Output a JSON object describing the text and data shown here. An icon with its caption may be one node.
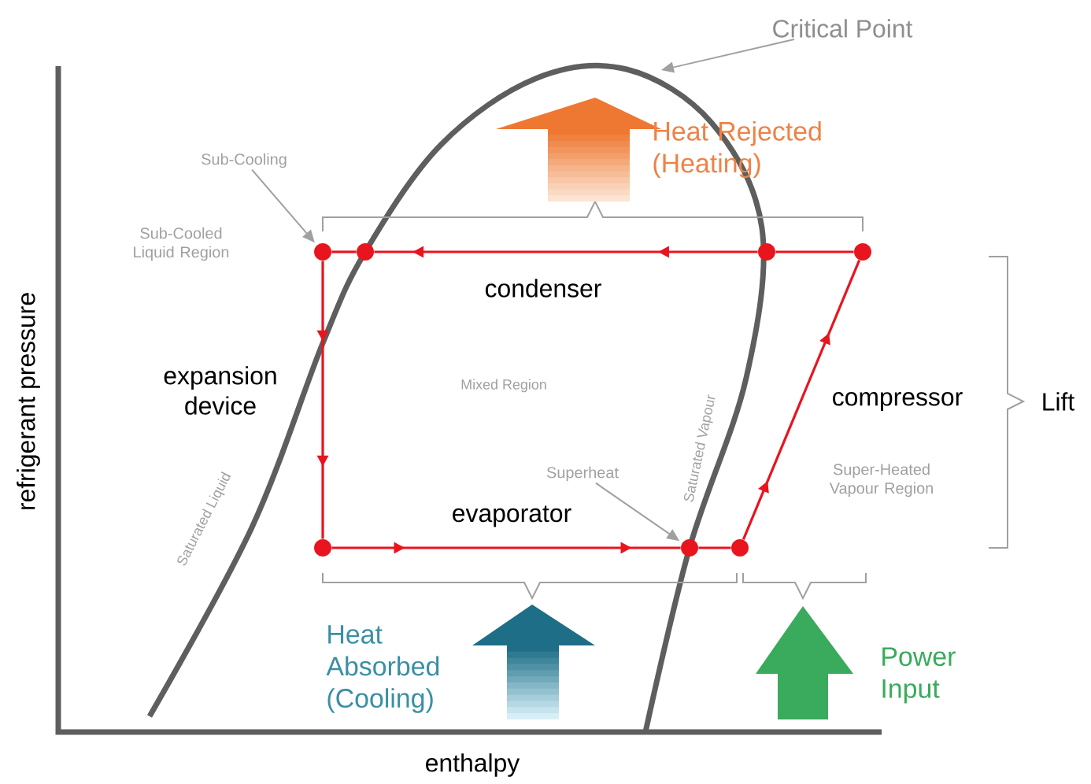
{
  "diagram": {
    "nodes": [
      {
        "text": [],
        "shape": "circle"
      },
      {
        "text": [],
        "shape": "circle"
      },
      {
        "text": [],
        "shape": "circle"
      },
      {
        "text": [],
        "shape": "circle"
      },
      {
        "text": [],
        "shape": "circle"
      },
      {
        "text": [],
        "shape": "circle"
      },
      {
        "text": [],
        "shape": "circle"
      },
      {
        "text": [
          "Critical Point"
        ]
      },
      {
        "text": [
          "Sub-Cooling"
        ]
      },
      {
        "text": [
          "Superheat"
        ]
      }
    ],
    "edges": [
      {
        "from": 3,
        "to": 2,
        "arrow": "none"
      },
      {
        "from": 2,
        "to": 1,
        "arrow": "to"
      },
      {
        "from": 1,
        "to": 0,
        "arrow": "none"
      },
      {
        "from": 0,
        "to": 4,
        "arrow": "to"
      },
      {
        "from": 4,
        "to": 5,
        "arrow": "to"
      },
      {
        "from": 5,
        "to": 6,
        "arrow": "none"
      },
      {
        "from": 6,
        "to": 3,
        "arrow": "to"
      },
      {
        "from": 7,
        "to": null,
        "arrow": "to",
        "color": "#a0a0a0"
      },
      {
        "from": 8,
        "to": 0,
        "arrow": "to",
        "color": "#a0a0a0"
      },
      {
        "from": 9,
        "to": 5,
        "arrow": "to",
        "color": "#a0a0a0"
      }
    ],
    "labels": [
      "Heat Rejected (Heating)",
      "Sub-Cooled Liquid Region",
      "condenser",
      "expansion device",
      "Mixed Region",
      "compressor",
      "Lift",
      "Super-Heated Vapour Region",
      "evaporator",
      "Saturated Liquid",
      "Saturated Vapour",
      "Heat Absorbed (Cooling)",
      "Power Input",
      "refrigerant pressure",
      "enthalpy"
    ]
  }
}
